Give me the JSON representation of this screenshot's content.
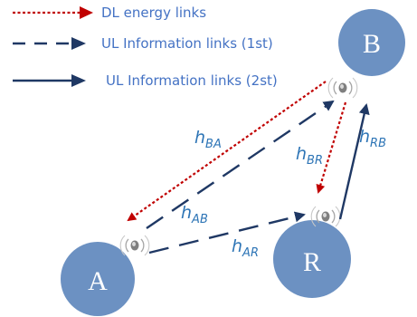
{
  "legend": {
    "items": [
      {
        "label": "DL energy links",
        "style": "dotted-red"
      },
      {
        "label": "UL Information links (1st)",
        "style": "dashed-navy"
      },
      {
        "label": "UL Information links (2st)",
        "style": "solid-navy"
      }
    ]
  },
  "nodes": {
    "a": {
      "label": "A"
    },
    "b": {
      "label": "B"
    },
    "r": {
      "label": "R"
    }
  },
  "channels": {
    "h_ba": {
      "base": "h",
      "sub": "BA"
    },
    "h_ab": {
      "base": "h",
      "sub": "AB"
    },
    "h_ar": {
      "base": "h",
      "sub": "AR"
    },
    "h_br": {
      "base": "h",
      "sub": "BR"
    },
    "h_rb": {
      "base": "h",
      "sub": "RB"
    }
  },
  "colors": {
    "node_fill": "#6c91c2",
    "dl_energy": "#c00000",
    "ul_link": "#1f3864",
    "legend_text": "#4472c4",
    "channel_label": "#2e75b6",
    "antenna": "#a6a6a6"
  },
  "icons": [
    "antenna-icon"
  ]
}
